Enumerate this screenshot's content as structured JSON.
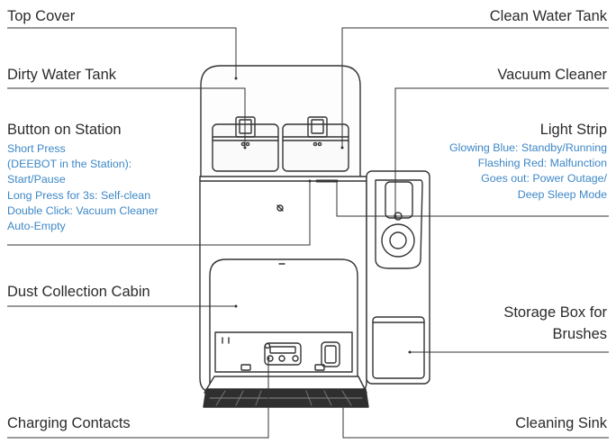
{
  "labels": {
    "top_cover": "Top Cover",
    "clean_water_tank": "Clean Water Tank",
    "dirty_water_tank": "Dirty Water Tank",
    "vacuum_cleaner": "Vacuum Cleaner",
    "button_on_station": "Button on Station",
    "light_strip": "Light Strip",
    "dust_collection_cabin": "Dust Collection Cabin",
    "storage_box_line1": "Storage Box for",
    "storage_box_line2": "Brushes",
    "charging_contacts": "Charging Contacts",
    "cleaning_sink": "Cleaning Sink"
  },
  "button_on_station_details": [
    "Short Press",
    "(DEEBOT in the Station):",
    "Start/Pause",
    "Long Press for 3s: Self-clean",
    "Double Click: Vacuum Cleaner",
    "Auto-Empty"
  ],
  "light_strip_details": [
    "Glowing Blue: Standby/Running",
    "Flashing Red: Malfunction",
    "Goes out: Power Outage/",
    "Deep Sleep Mode"
  ],
  "colors": {
    "label_text": "#2b2b2b",
    "detail_text": "#3d87c6",
    "line": "#333333"
  }
}
